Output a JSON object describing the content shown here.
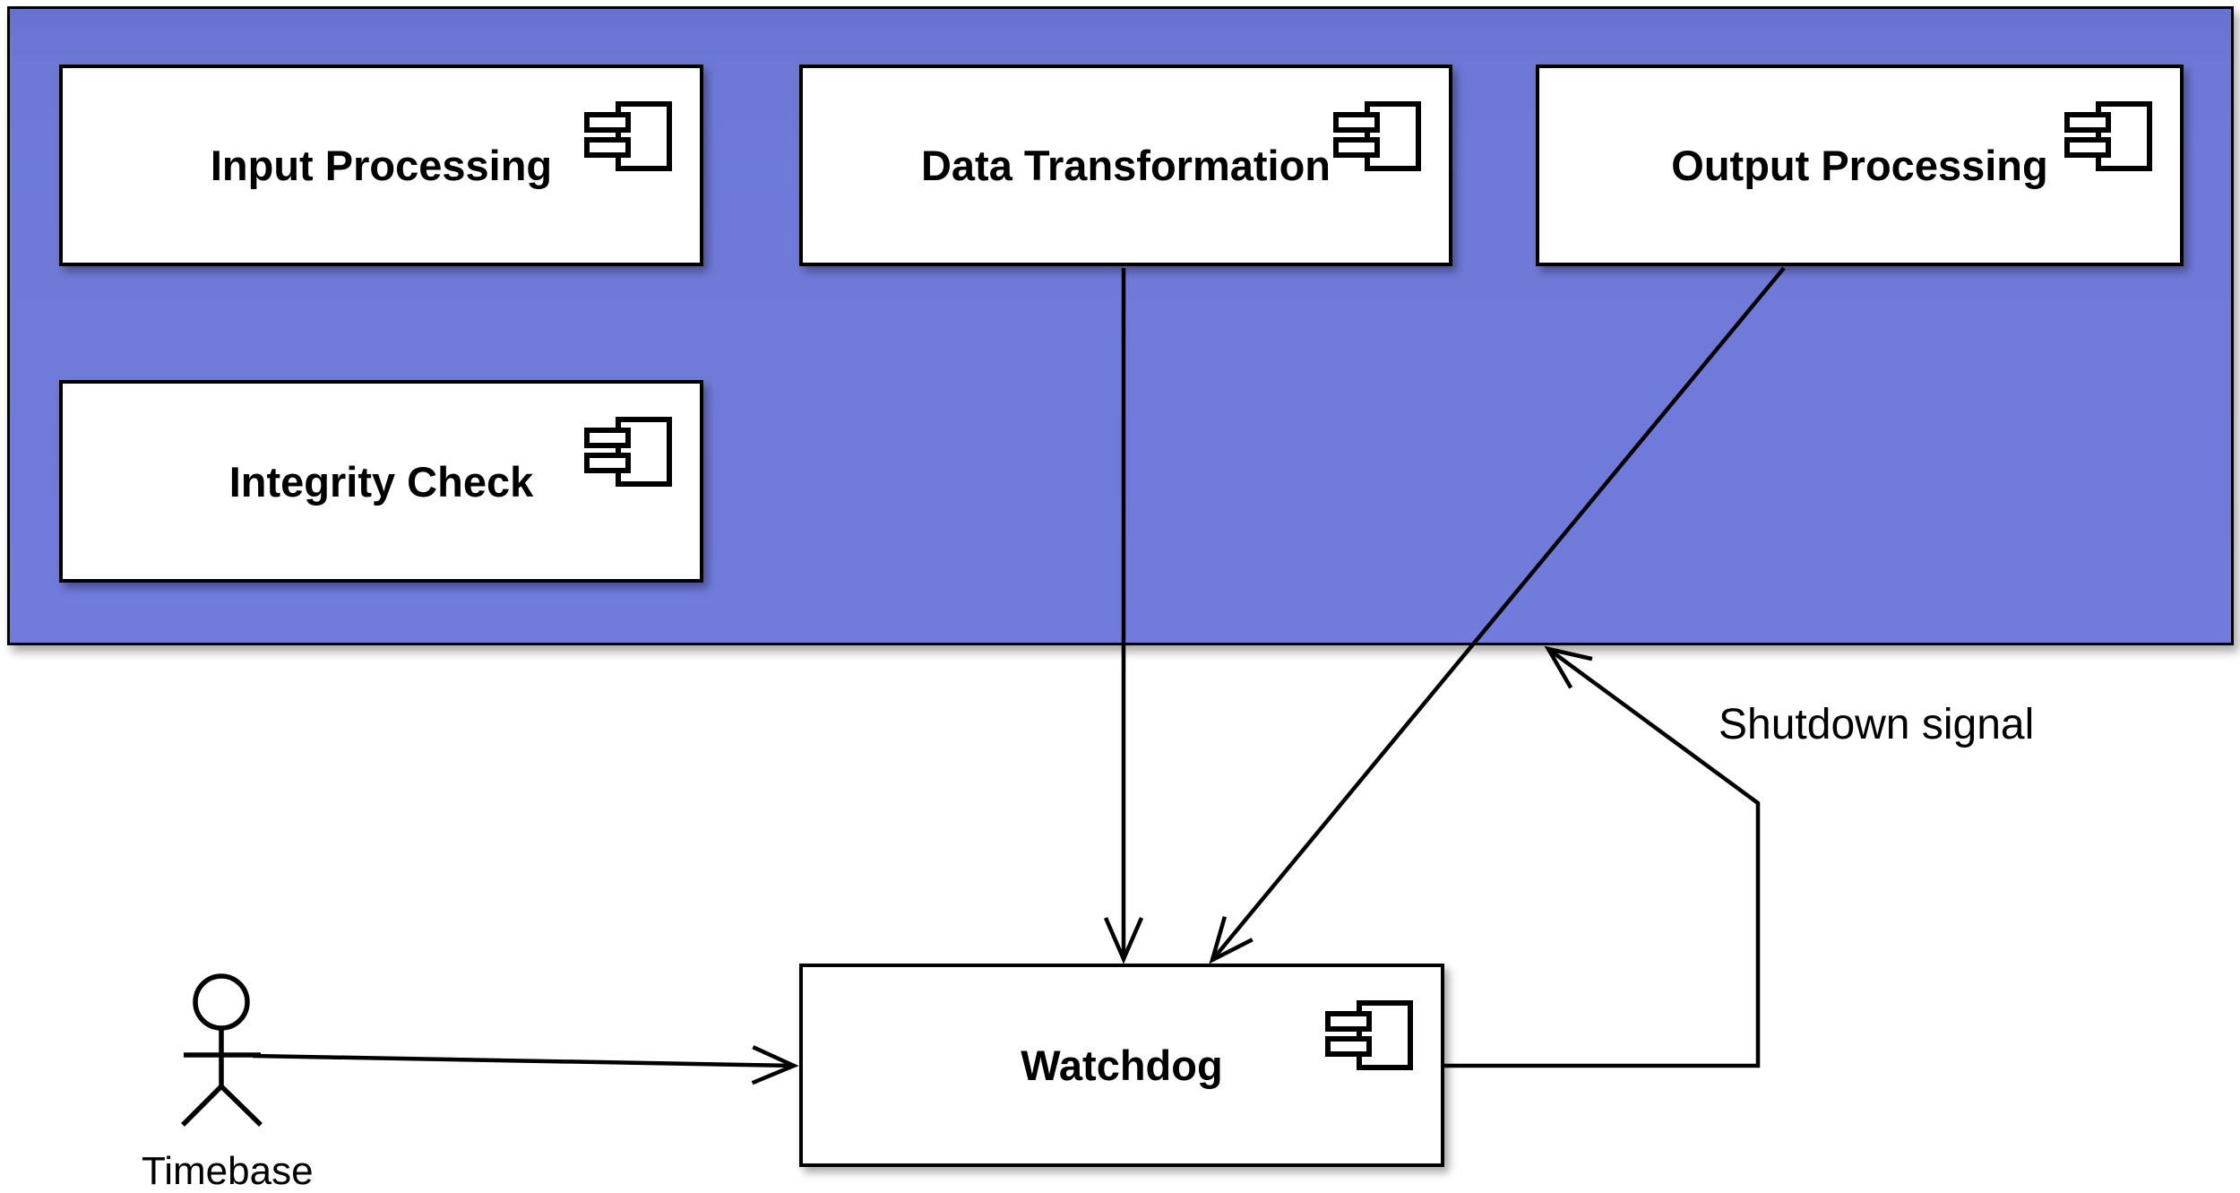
{
  "diagram": {
    "type": "uml-component-diagram",
    "colors": {
      "boundary_fill": "#6e79d7",
      "node_fill": "#ffffff",
      "stroke": "#000000",
      "background": "#ffffff"
    },
    "boundary": {
      "description": "processing subsystem boundary"
    },
    "components": [
      {
        "label": "Input Processing"
      },
      {
        "label": "Data Transformation"
      },
      {
        "label": "Output Processing"
      },
      {
        "label": "Integrity Check"
      },
      {
        "label": "Watchdog"
      }
    ],
    "actor": {
      "label": "Timebase"
    },
    "edges": [
      {
        "from": "Data Transformation",
        "to": "Watchdog",
        "label": ""
      },
      {
        "from": "Output Processing",
        "to": "Watchdog",
        "label": ""
      },
      {
        "from": "Watchdog",
        "to": "boundary",
        "label": "Shutdown signal"
      },
      {
        "from": "Timebase",
        "to": "Watchdog",
        "label": ""
      }
    ]
  }
}
